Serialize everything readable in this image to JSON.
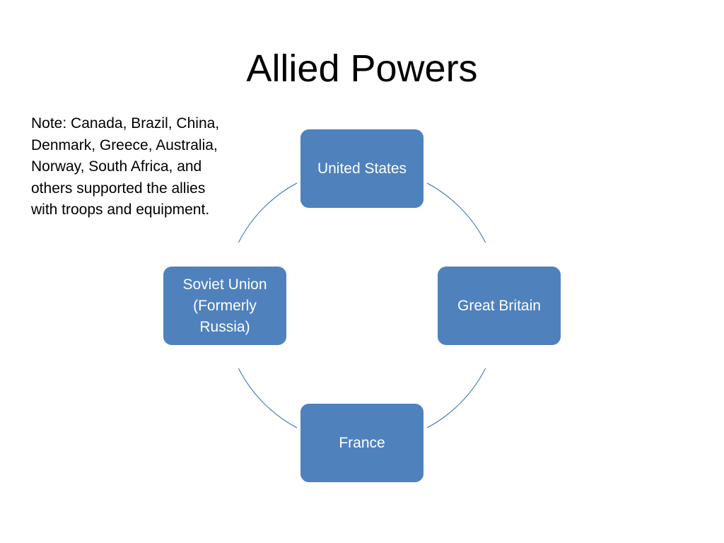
{
  "slide": {
    "title": "Allied Powers",
    "note": "Note: Canada, Brazil, China, Denmark, Greece, Australia, Norway, South Africa, and others supported the allies with troops and equipment."
  },
  "cycle": {
    "node_color": "#4f81bd",
    "node_border": "#ffffff",
    "connector_color": "#4a7ebb",
    "nodes": [
      {
        "id": "united-states",
        "label": "United States"
      },
      {
        "id": "great-britain",
        "label": "Great Britain"
      },
      {
        "id": "france",
        "label": "France"
      },
      {
        "id": "soviet-union",
        "label": "Soviet Union\n(Formerly\nRussia)"
      }
    ]
  }
}
